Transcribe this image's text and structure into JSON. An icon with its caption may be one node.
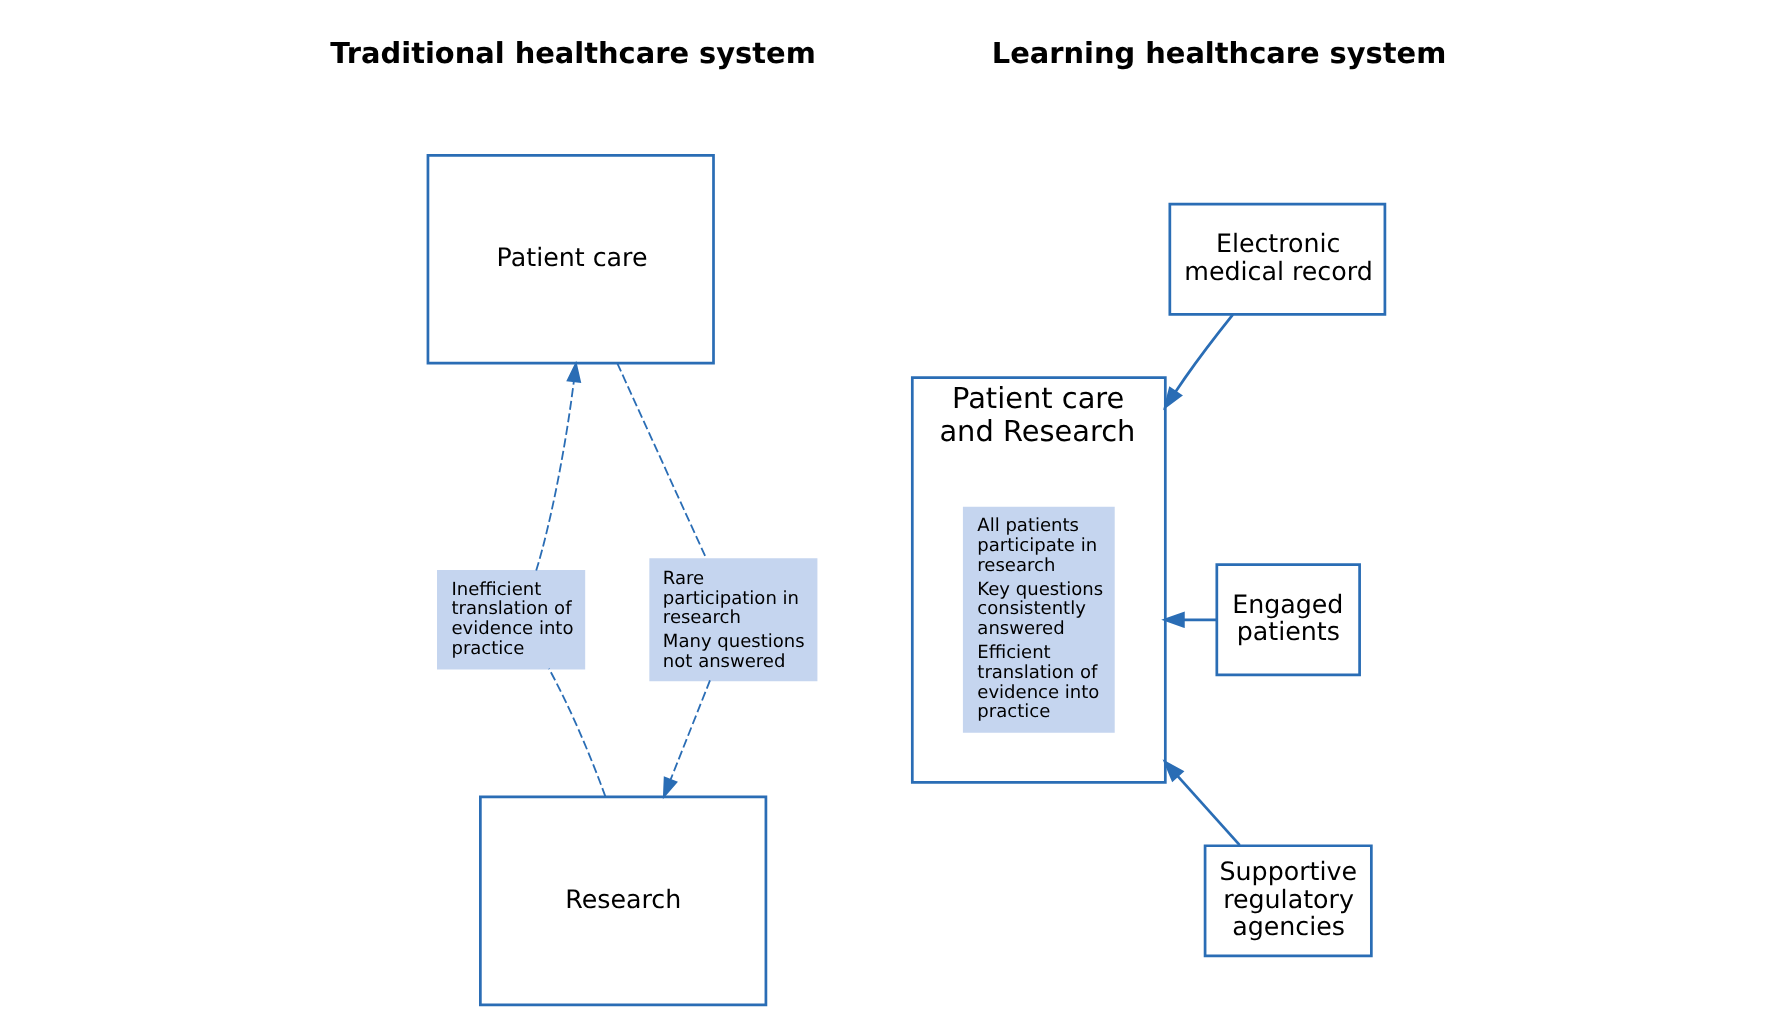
{
  "diagram": {
    "nodes": [
      {
        "text": [
          "Patient care"
        ]
      },
      {
        "text": [
          "Research"
        ]
      },
      {
        "text": [
          "Inefficient translation of evidence into practice"
        ]
      },
      {
        "text": [
          "Rare participation in research",
          "Many questions not answered"
        ]
      },
      {
        "text": [
          "Patient care and Research"
        ]
      },
      {
        "text": [
          "All patients participate in research",
          "Key questions consistently answered",
          "Efficient translation of evidence into practice"
        ],
        "in": 4
      },
      {
        "text": [
          "Electronic medical record"
        ]
      },
      {
        "text": [
          "Engaged patients"
        ]
      },
      {
        "text": [
          "Supportive regulatory agencies"
        ]
      }
    ],
    "edges": [
      {
        "from": 0,
        "to": 3,
        "arrow": "none",
        "style": "dashed"
      },
      {
        "from": 3,
        "to": 1,
        "arrow": "to",
        "style": "dashed"
      },
      {
        "from": 1,
        "to": 2,
        "arrow": "none",
        "style": "dashed"
      },
      {
        "from": 2,
        "to": 0,
        "arrow": "to",
        "style": "dashed"
      },
      {
        "from": 6,
        "to": 4,
        "arrow": "to"
      },
      {
        "from": 7,
        "to": 4,
        "arrow": "to"
      },
      {
        "from": 8,
        "to": 4,
        "arrow": "to"
      }
    ],
    "labels": [
      "Traditional healthcare system",
      "Learning healthcare system"
    ]
  }
}
